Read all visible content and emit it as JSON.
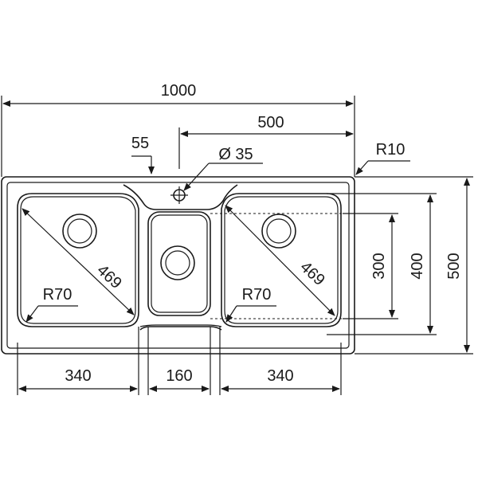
{
  "drawing": {
    "dimensions": {
      "overall_width": "1000",
      "half_width": "500",
      "tap_hole_offset": "55",
      "tap_hole_diameter": "Ø 35",
      "corner_radius": "R10",
      "left_bowl_diagonal": "469",
      "right_bowl_diagonal": "469",
      "left_bowl_radius": "R70",
      "right_bowl_radius": "R70",
      "left_bowl_width": "340",
      "center_bowl_width": "160",
      "right_bowl_width": "340",
      "inner_depth": "300",
      "bowl_depth": "400",
      "overall_depth": "500"
    }
  }
}
